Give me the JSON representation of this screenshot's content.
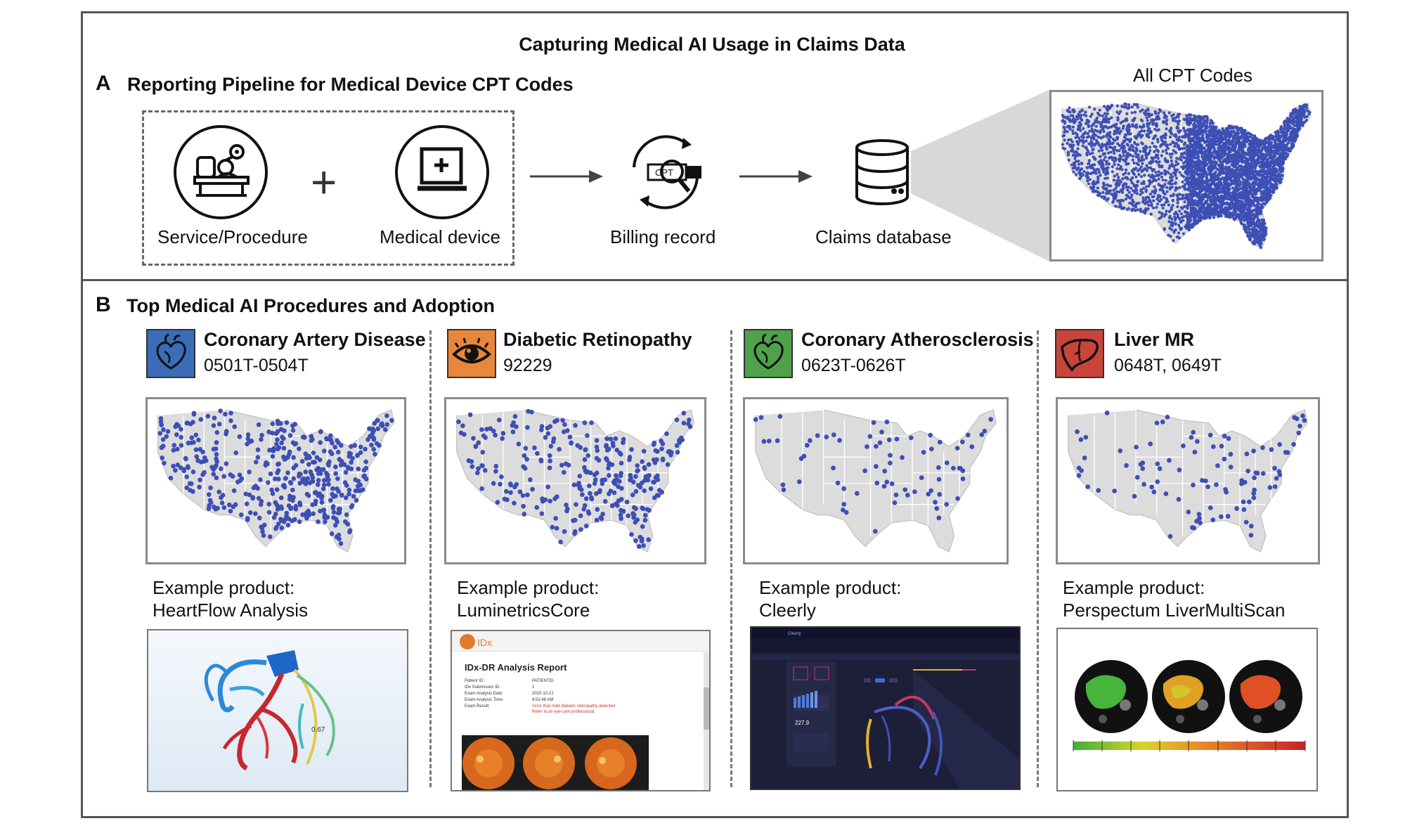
{
  "title": "Capturing Medical AI Usage in Claims Data",
  "section_a": {
    "letter": "A",
    "title": "Reporting Pipeline for Medical Device CPT Codes",
    "plus_sign": "+",
    "steps": [
      {
        "label": "Service/Procedure",
        "icon": "surgery-table-icon"
      },
      {
        "label": "Medical device",
        "icon": "monitor-cross-icon"
      },
      {
        "label": "Billing record",
        "icon": "cpt-magnifier-icon",
        "badge": "CPT"
      },
      {
        "label": "Claims database",
        "icon": "database-icon"
      }
    ],
    "map_title": "All CPT Codes"
  },
  "section_b": {
    "letter": "B",
    "title": "Top Medical AI Procedures and Adoption",
    "columns": [
      {
        "name": "Coronary Artery Disease",
        "codes": "0501T-0504T",
        "color": "#3a6cb7",
        "icon": "heart-icon",
        "product_prefix": "Example product:",
        "product": "HeartFlow Analysis",
        "density": 0.9
      },
      {
        "name": "Diabetic Retinopathy",
        "codes": "92229",
        "color": "#e8873a",
        "icon": "eye-icon",
        "product_prefix": "Example product:",
        "product": "LuminetricsCore",
        "density": 0.6
      },
      {
        "name": "Coronary Atherosclerosis",
        "codes": "0623T-0626T",
        "color": "#4fa24a",
        "icon": "heart-icon",
        "product_prefix": "Example product:",
        "product": "Cleerly",
        "density": 0.15
      },
      {
        "name": "Liver MR",
        "codes": "0648T, 0649T",
        "color": "#c9453a",
        "icon": "liver-icon",
        "product_prefix": "Example product:",
        "product": "Perspectum LiverMultiScan",
        "density": 0.2
      }
    ]
  },
  "screenshots": {
    "idx_logo": "IDx",
    "idx_report_title": "IDx-DR Analysis Report",
    "idx_fields": [
      "Patient ID:",
      "IDx Submission ID:",
      "Exam Analysis Date:",
      "Exam Analysis Time:",
      "Exam Result:"
    ],
    "idx_values": [
      "PATIENTID",
      "1",
      "2015-10-21",
      "8:52:48 AM"
    ],
    "idx_result": "more than mild diabetic retinopathy detected",
    "idx_result2": "Refer to an eye care professional",
    "cleerly_logo": "Cleerly",
    "cleerly_value": "227.9",
    "heartflow_value": "0.67"
  },
  "colors": {
    "dot": "#3d4fb5",
    "land": "#dcdcdc",
    "land_stroke": "#ffffff"
  }
}
